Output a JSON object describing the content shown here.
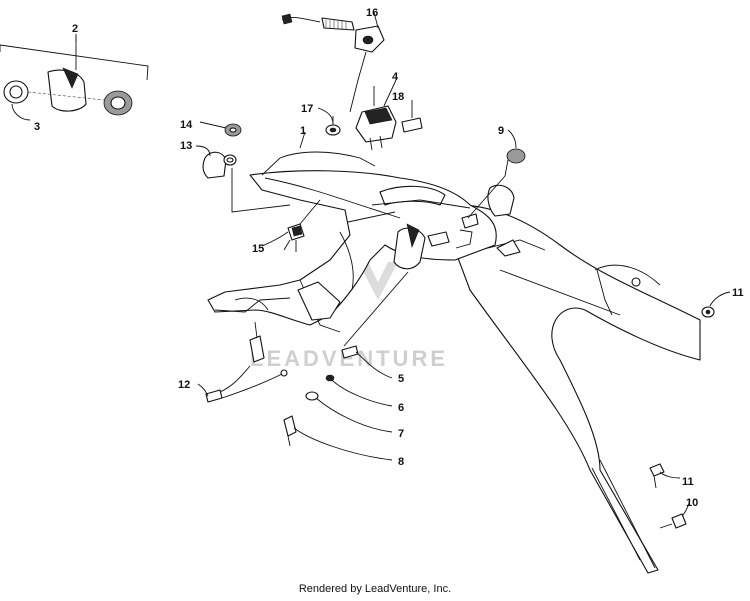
{
  "watermark": {
    "text": "LEADVENTURE"
  },
  "footer": {
    "text": "Rendered by LeadVenture, Inc."
  },
  "callouts": {
    "c1": "1",
    "c2": "2",
    "c3": "3",
    "c4": "4",
    "c5": "5",
    "c6": "6",
    "c7": "7",
    "c8": "8",
    "c9": "9",
    "c10": "10",
    "c11a": "11",
    "c11b": "11",
    "c12": "12",
    "c13": "13",
    "c14": "14",
    "c15": "15",
    "c16": "16",
    "c17": "17",
    "c18": "18"
  },
  "colors": {
    "line": "#111111",
    "fill": "#ffffff",
    "watermark": "#cfcfcf"
  }
}
